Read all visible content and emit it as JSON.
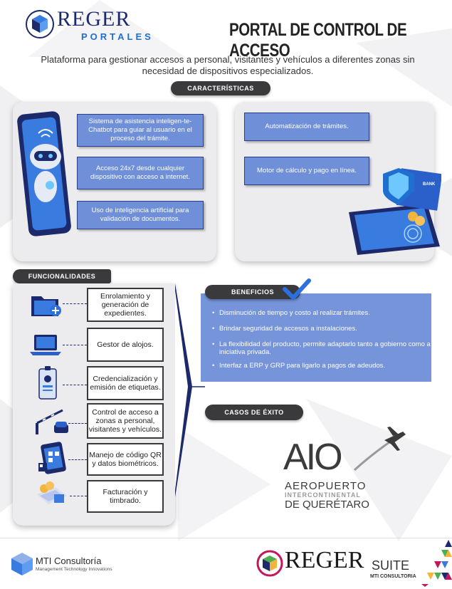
{
  "header": {
    "brand_name": "REGER",
    "brand_sub": "PORTALES",
    "title": "PORTAL DE CONTROL DE ACCESO",
    "intro": "Plataforma para gestionar accesos a personal, visitantes y vehículos a diferentes zonas sin necesidad de dispositivos especializados."
  },
  "caracteristicas": {
    "label": "CARACTERÍSTICAS",
    "left_items": [
      "Sistema de asistencia inteligen-te-Chatbot para guiar al usuario en el proceso del trámite.",
      "Acceso 24x7 desde cualquier dispositivo con acceso a internet.",
      "Uso de inteligencia artificial para validación de documentos."
    ],
    "right_items": [
      "Automatización de trámites.",
      "Motor de cálculo y pago en línea."
    ],
    "card_text": "BANK"
  },
  "funcionalidades": {
    "label": "FUNCIONALIDADES",
    "items": [
      "Enrolamiento y generación de expedientes.",
      "Gestor de alojos.",
      "Credencialización y emisión de etiquetas.",
      "Control de acceso a zonas a personal, visitantes y vehículos.",
      "Manejo de código QR y datos biométricos.",
      "Facturación y timbrado."
    ]
  },
  "beneficios": {
    "label": "BENEFICIOS",
    "items": [
      "Disminución de tiempo y costo al realizar trámites.",
      "Brindar seguridad de accesos a instalaciones.",
      "La flexibilidad del producto, permite adaptarlo tanto a gobierno como a iniciativa privada.",
      "Interfaz a ERP y GRP para ligarlo a pagos de adeudos."
    ]
  },
  "casos": {
    "label": "CASOS DE ÉXITO",
    "logo_mark": "AIO",
    "logo_line1": "AEROPUERTO",
    "logo_line2": "INTERCONTINENTAL",
    "logo_line3": "DE QUERÉTARO"
  },
  "footer": {
    "mti_name": "MTI Consultoría",
    "mti_tagline": "Management Technology Innovations",
    "suite_name": "REGER",
    "suite_word": "SUITE",
    "suite_sub": "MTI CONSULTORIA"
  },
  "colors": {
    "accent_blue": "#6f8fd9",
    "dark_navy": "#1c2a6b",
    "pill_dark": "#3a3a3c"
  }
}
